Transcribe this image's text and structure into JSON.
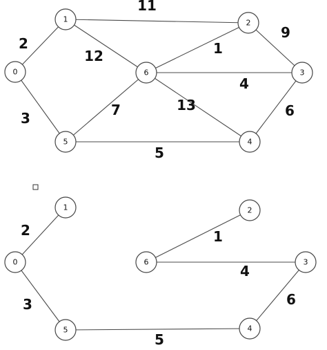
{
  "colors": {
    "edge": "#4a4a4a",
    "node_stroke": "#444444",
    "text": "#111111",
    "background": "#ffffff"
  },
  "graphs": [
    {
      "id": "full-graph",
      "nodes": [
        {
          "id": "0",
          "label": "0"
        },
        {
          "id": "1",
          "label": "1"
        },
        {
          "id": "2",
          "label": "2"
        },
        {
          "id": "3",
          "label": "3"
        },
        {
          "id": "4",
          "label": "4"
        },
        {
          "id": "5",
          "label": "5"
        },
        {
          "id": "6",
          "label": "6"
        }
      ],
      "edges": [
        {
          "from": "0",
          "to": "1",
          "weight": "2"
        },
        {
          "from": "0",
          "to": "5",
          "weight": "3"
        },
        {
          "from": "1",
          "to": "2",
          "weight": "11"
        },
        {
          "from": "1",
          "to": "6",
          "weight": "12"
        },
        {
          "from": "2",
          "to": "6",
          "weight": "1"
        },
        {
          "from": "2",
          "to": "3",
          "weight": "9"
        },
        {
          "from": "6",
          "to": "3",
          "weight": "4"
        },
        {
          "from": "6",
          "to": "5",
          "weight": "7"
        },
        {
          "from": "6",
          "to": "4",
          "weight": "13"
        },
        {
          "from": "3",
          "to": "4",
          "weight": "6"
        },
        {
          "from": "5",
          "to": "4",
          "weight": "5"
        }
      ]
    },
    {
      "id": "spanning-tree",
      "nodes": [
        {
          "id": "0",
          "label": "0"
        },
        {
          "id": "1",
          "label": "1"
        },
        {
          "id": "2",
          "label": "2"
        },
        {
          "id": "3",
          "label": "3"
        },
        {
          "id": "4",
          "label": "4"
        },
        {
          "id": "5",
          "label": "5"
        },
        {
          "id": "6",
          "label": "6"
        }
      ],
      "edges": [
        {
          "from": "0",
          "to": "1",
          "weight": "2"
        },
        {
          "from": "0",
          "to": "5",
          "weight": "3"
        },
        {
          "from": "6",
          "to": "2",
          "weight": "1"
        },
        {
          "from": "6",
          "to": "3",
          "weight": "4"
        },
        {
          "from": "3",
          "to": "4",
          "weight": "6"
        },
        {
          "from": "5",
          "to": "4",
          "weight": "5"
        }
      ]
    }
  ]
}
